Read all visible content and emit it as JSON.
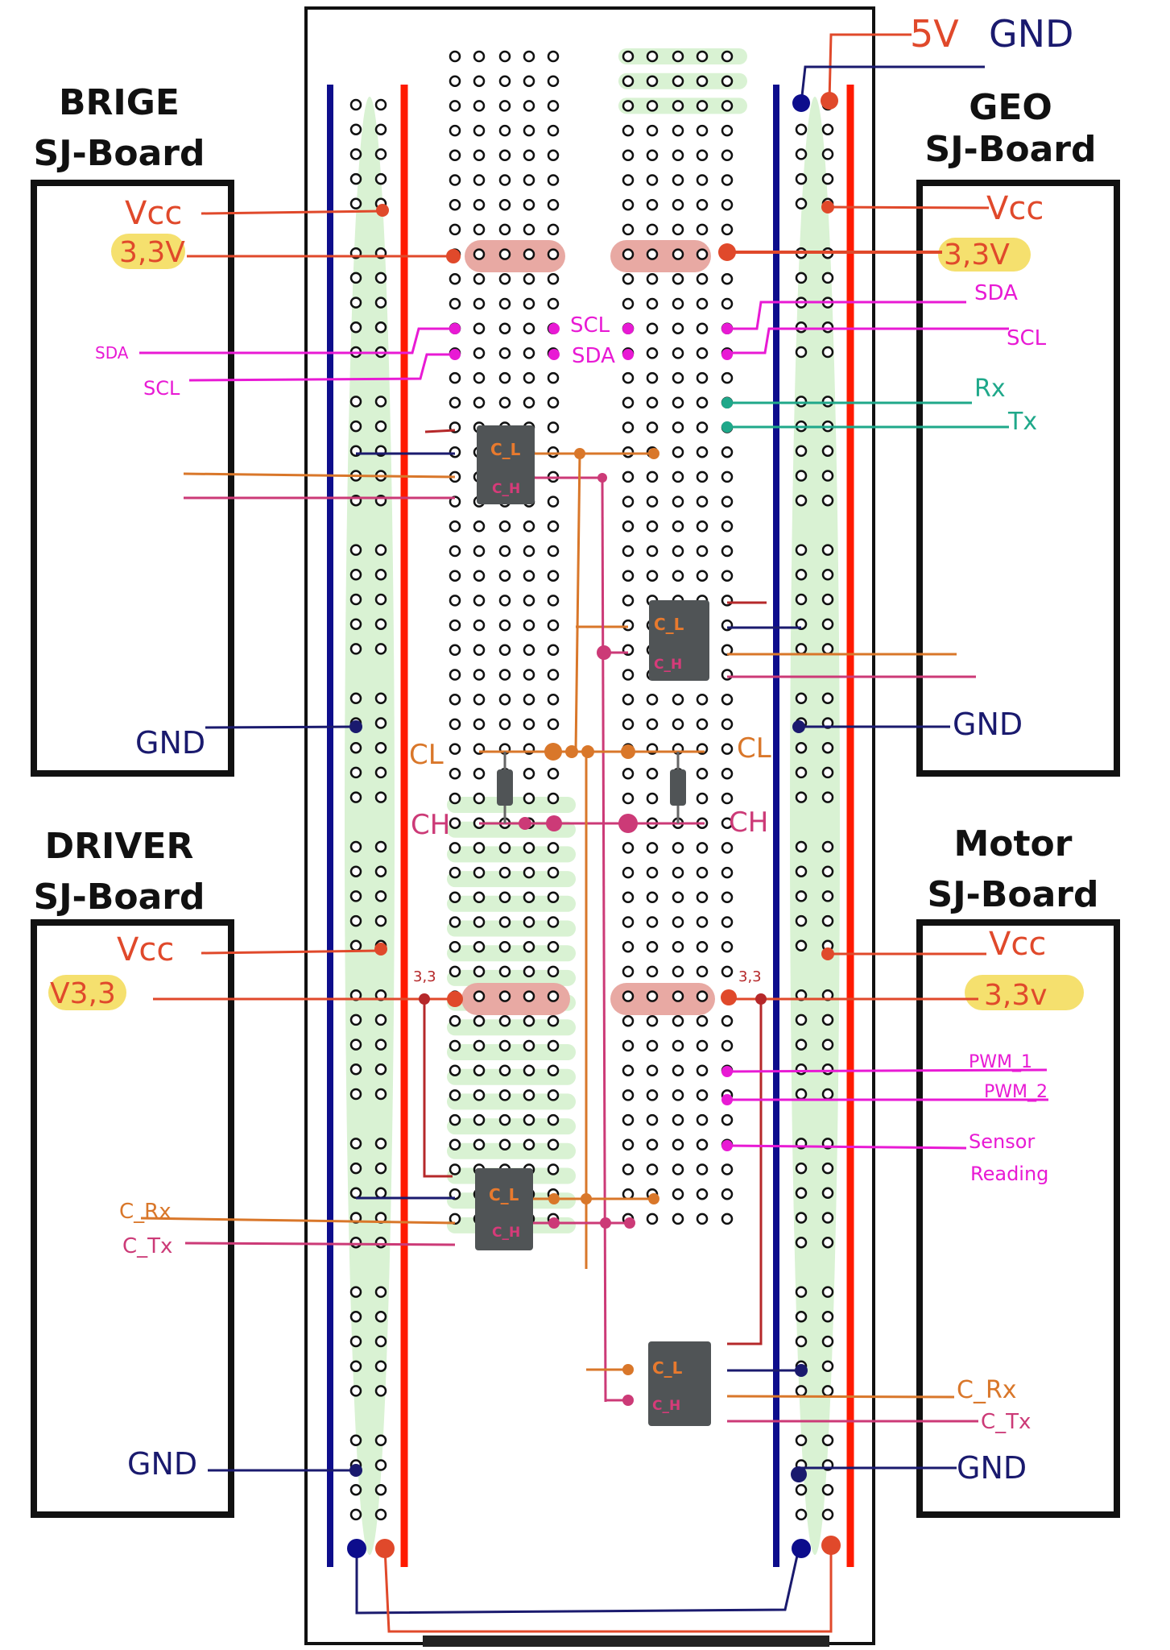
{
  "boards": {
    "bridge": {
      "name": "BRIGE",
      "sub": "SJ-Board",
      "pins": {
        "vcc": "Vcc",
        "v33": "3,3V",
        "sda": "SDA",
        "scl": "SCL",
        "gnd": "GND"
      }
    },
    "geo": {
      "name": "GEO",
      "sub": "SJ-Board",
      "pins": {
        "vcc": "Vcc",
        "v33": "3,3V",
        "sda": "SDA",
        "scl": "SCL",
        "rx": "Rx",
        "tx": "Tx",
        "gnd": "GND"
      }
    },
    "driver": {
      "name": "DRIVER",
      "sub": "SJ-Board",
      "pins": {
        "vcc": "Vcc",
        "v33": "V3,3",
        "crx": "C_Rx",
        "ctx": "C_Tx",
        "gnd": "GND"
      }
    },
    "motor": {
      "name": "Motor",
      "sub": "SJ-Board",
      "pins": {
        "vcc": "Vcc",
        "v33": "3,3v",
        "pwm1": "PWM_1",
        "pwm2": "PWM_2",
        "sensor1": "Sensor",
        "sensor2": "Reading",
        "crx": "C_Rx",
        "ctx": "C_Tx",
        "gnd": "GND"
      }
    }
  },
  "supply": {
    "v5": "5V",
    "gnd": "GND"
  },
  "breadboard": {
    "scl": "SCL",
    "sda": "SDA",
    "bus_cl": "CL",
    "bus_ch": "CH",
    "v33_small": "3,3"
  },
  "transceiver": {
    "cl": "C_L",
    "ch": "C_H"
  },
  "colors": {
    "red": "#e0492b",
    "rail_red": "#ff1a00",
    "rail_blue": "#0d0d8c",
    "navy": "#1a1a6e",
    "magenta": "#e81ad4",
    "orange": "#d9772a",
    "pink": "#cc3a77",
    "teal": "#1fa88a",
    "dark_red": "#b5282a",
    "chip": "#505456",
    "highlight": "#f5e06e",
    "strip_green": "#d9f2d3",
    "pad": "#e8a9a3"
  }
}
